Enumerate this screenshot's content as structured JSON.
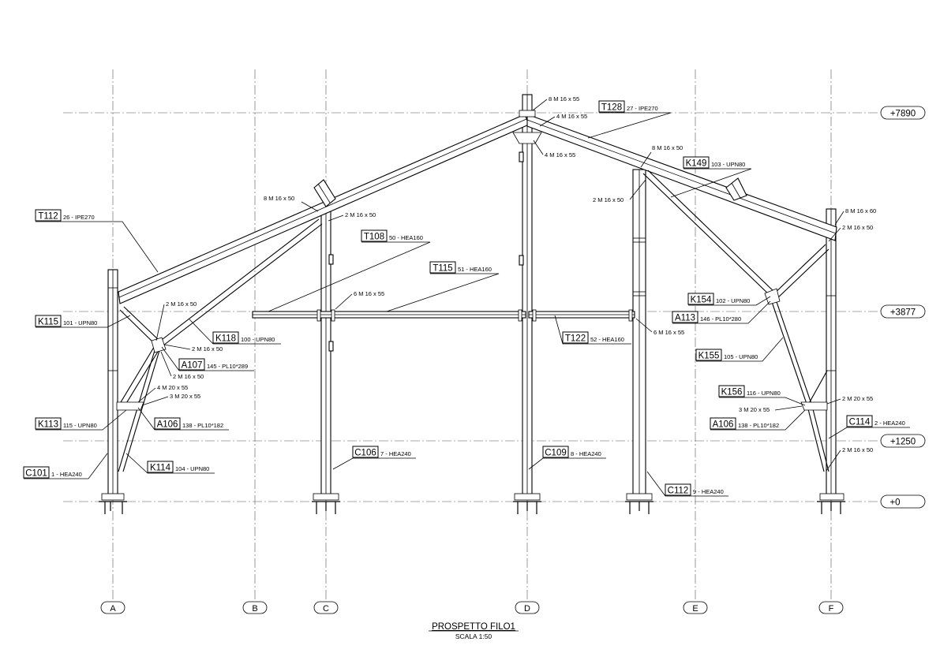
{
  "drawing": {
    "title": "PROSPETTO FILO1",
    "scale": "SCALA  1:50"
  },
  "axes": [
    {
      "id": "A",
      "label": "A"
    },
    {
      "id": "B",
      "label": "B"
    },
    {
      "id": "C",
      "label": "C"
    },
    {
      "id": "D",
      "label": "D"
    },
    {
      "id": "E",
      "label": "E"
    },
    {
      "id": "F",
      "label": "F"
    }
  ],
  "levels": [
    {
      "label": "+7890"
    },
    {
      "label": "+3877"
    },
    {
      "label": "+1250"
    },
    {
      "label": "+0"
    }
  ],
  "member_tags": [
    {
      "tag": "T112",
      "desc": "26 - IPE270"
    },
    {
      "tag": "T128",
      "desc": "27 - IPE270"
    },
    {
      "tag": "K149",
      "desc": "103 - UPN80"
    },
    {
      "tag": "T108",
      "desc": "50 - HEA160"
    },
    {
      "tag": "T115",
      "desc": "51 - HEA160"
    },
    {
      "tag": "K115",
      "desc": "101 - UPN80"
    },
    {
      "tag": "K118",
      "desc": "100 - UPN80"
    },
    {
      "tag": "A107",
      "desc": "145 - PL10*289"
    },
    {
      "tag": "K154",
      "desc": "102 - UPN80"
    },
    {
      "tag": "A113",
      "desc": "146 - PL10*280"
    },
    {
      "tag": "T122",
      "desc": "52 - HEA160"
    },
    {
      "tag": "K155",
      "desc": "105 - UPN80"
    },
    {
      "tag": "K156",
      "desc": "116 - UPN80"
    },
    {
      "tag": "K113",
      "desc": "115 - UPN80"
    },
    {
      "tag": "A106",
      "desc": "138 - PL10*182"
    },
    {
      "tag": "A106",
      "desc": "138 - PL10*182"
    },
    {
      "tag": "C114",
      "desc": "2 - HEA240"
    },
    {
      "tag": "C101",
      "desc": "1 - HEA240"
    },
    {
      "tag": "K114",
      "desc": "104 - UPN80"
    },
    {
      "tag": "C106",
      "desc": "7 - HEA240"
    },
    {
      "tag": "C109",
      "desc": "8 - HEA240"
    },
    {
      "tag": "C112",
      "desc": "9 - HEA240"
    }
  ],
  "bolt_notes": [
    "8 M 16 x 55",
    "4 M 16 x 55",
    "4 M 16 x 55",
    "8 M 16 x 50",
    "8 M 16 x 50",
    "2 M 16 x 50",
    "2 M 16 x 50",
    "8 M 16 x 60",
    "2 M 16 x 50",
    "6 M 16 x 55",
    "2 M 16 x 50",
    "2 M 16 x 50",
    "2 M 16 x 50",
    "6 M 16 x 55",
    "4 M 20 x 55",
    "3 M 20 x 55",
    "2 M 20 x 55",
    "3 M 20 x 55",
    "2 M 16 x 50"
  ]
}
